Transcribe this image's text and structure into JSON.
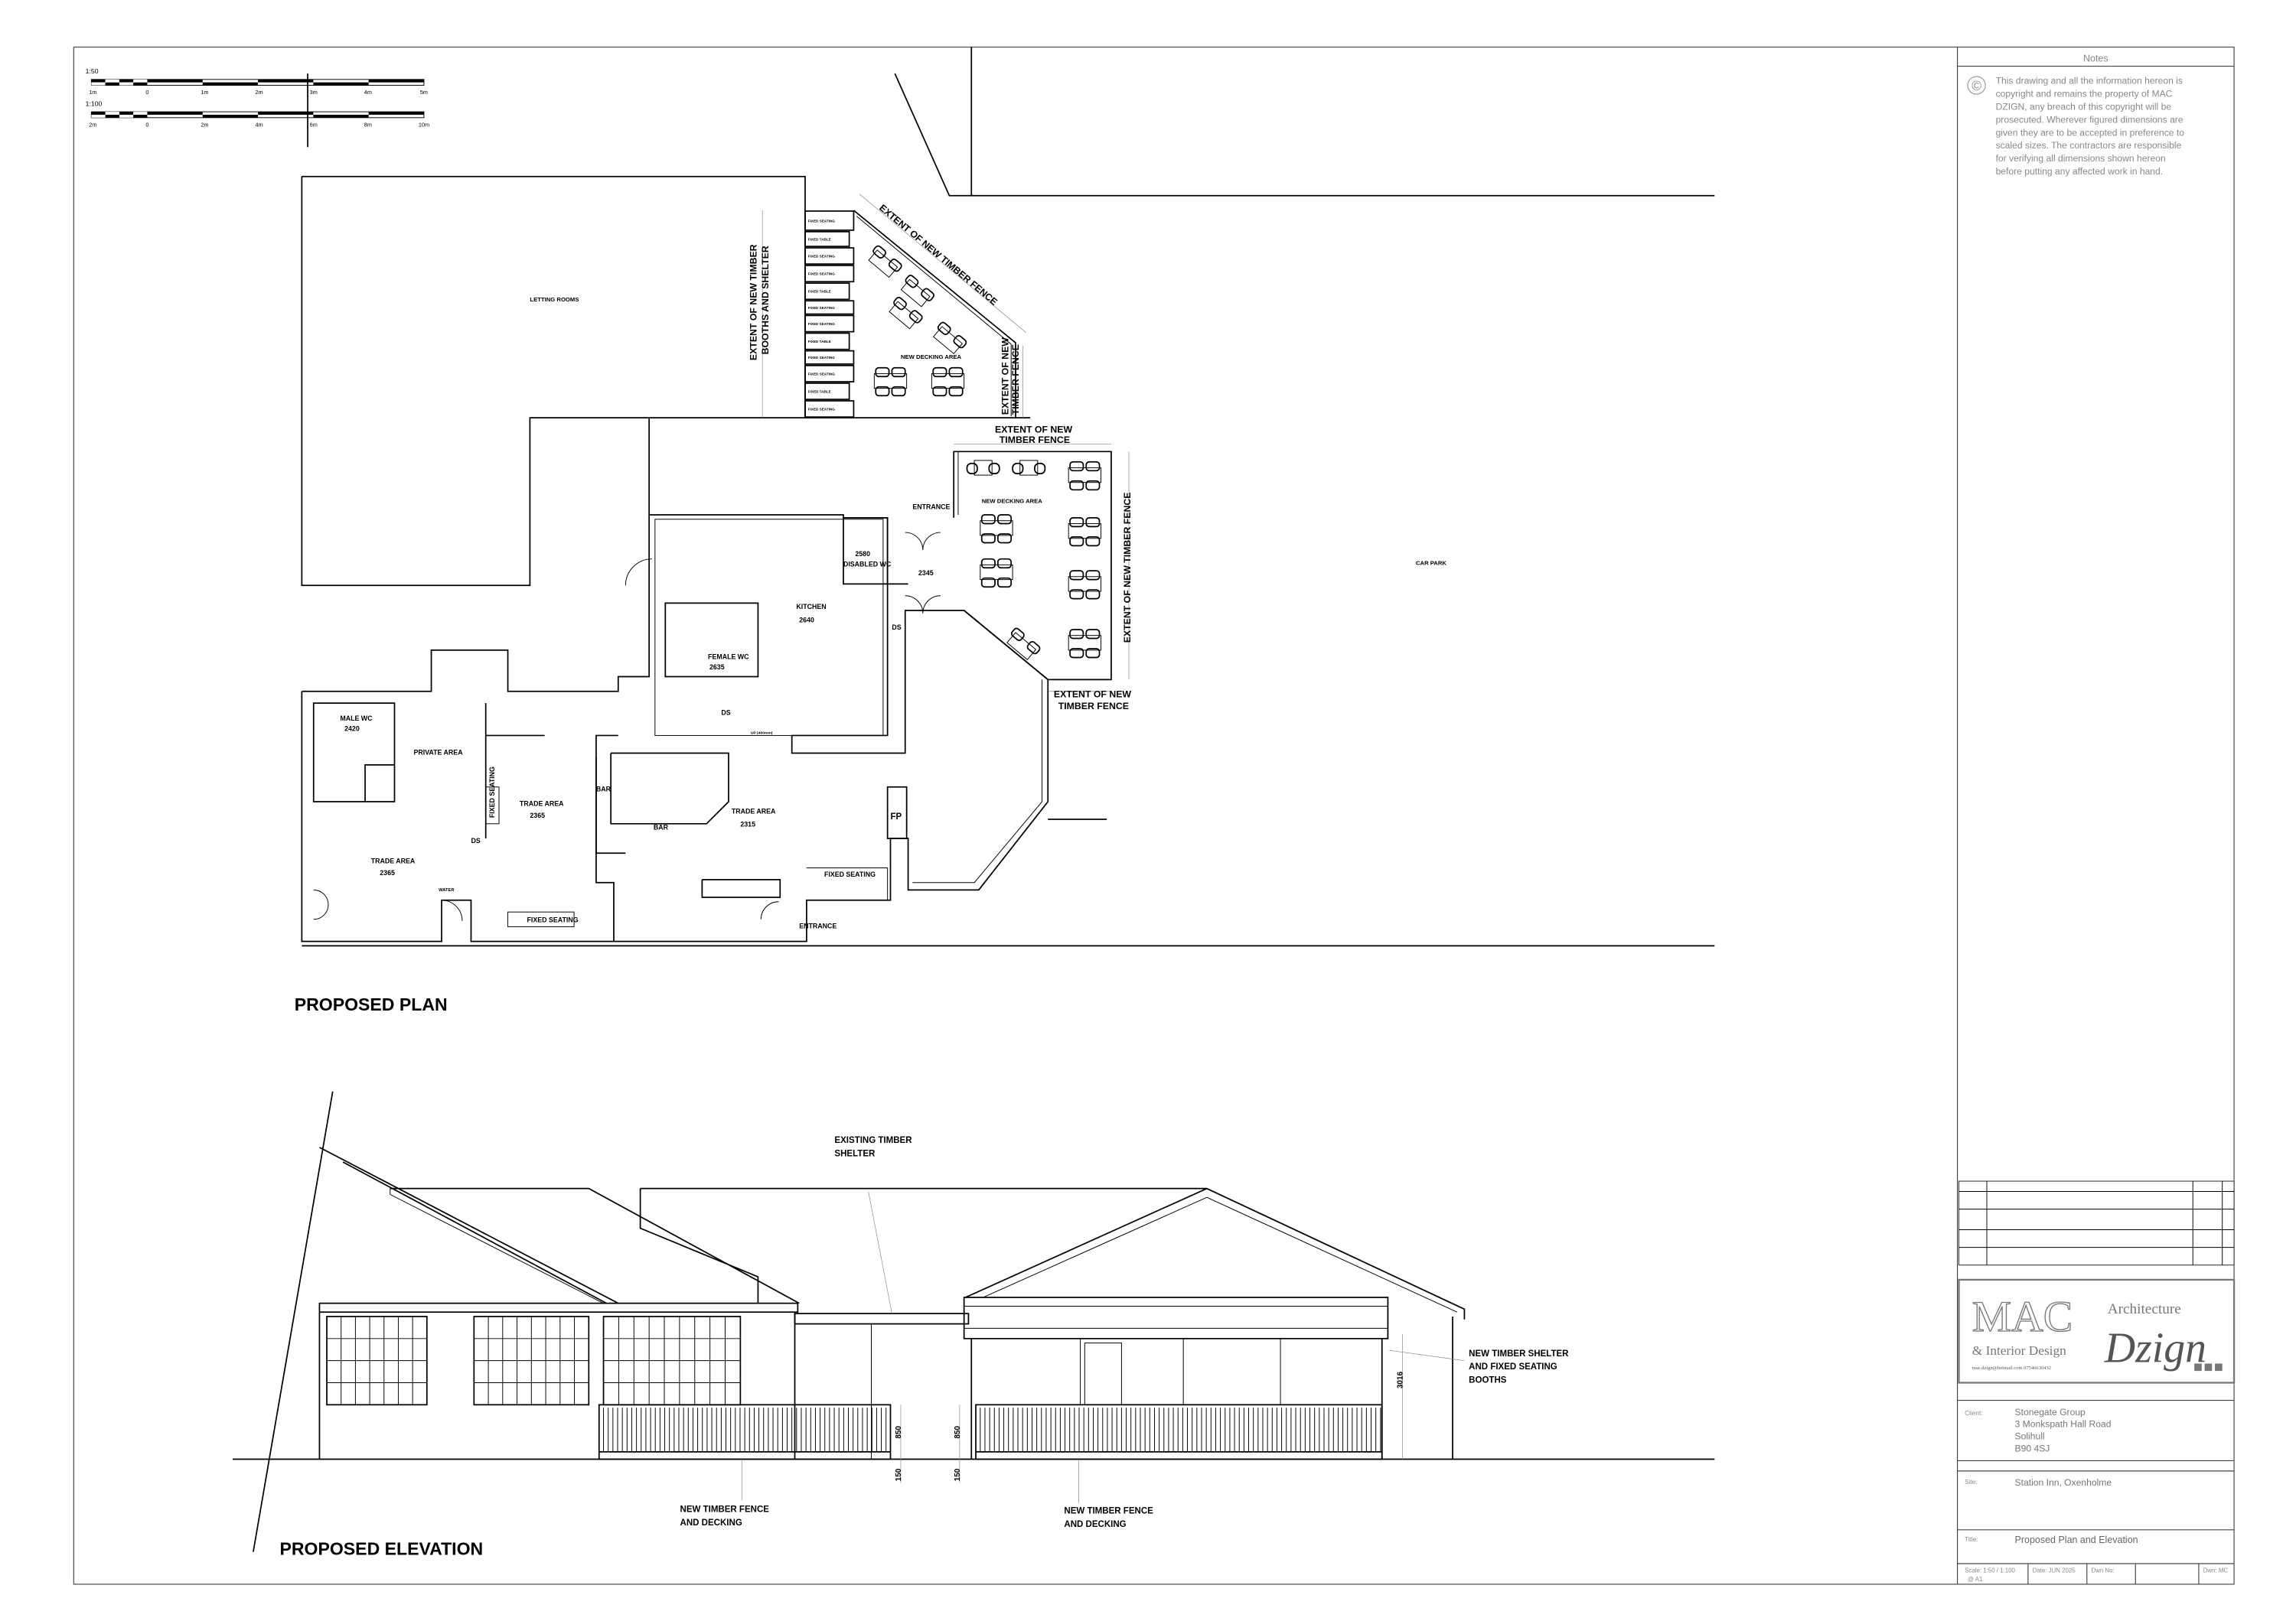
{
  "scale_bar": {
    "top_label": "1:50",
    "top_ticks": [
      "1m",
      "0",
      "1m",
      "2m",
      "3m",
      "4m",
      "5m"
    ],
    "bottom_label": "1:100",
    "bottom_ticks": [
      "2m",
      "0",
      "2m",
      "4m",
      "6m",
      "8m",
      "10m"
    ]
  },
  "plan": {
    "title": "PROPOSED PLAN",
    "letting_rooms": "LETTING ROOMS",
    "car_park": "CAR PARK",
    "booth_labels": [
      "FIXED SEATING",
      "FIXED TABLE",
      "FIXED SEATING",
      "FIXED SEATING",
      "FIXED TABLE",
      "FIXED SEATING",
      "FIXED SEATING",
      "FIXED TABLE",
      "FIXED SEATING",
      "FIXED SEATING",
      "FIXED TABLE",
      "FIXED SEATING"
    ],
    "extent_booths": [
      "EXTENT OF NEW TIMBER",
      "BOOTHS AND SHELTER"
    ],
    "extent_fence_diag": "EXTENT OF NEW TIMBER FENCE",
    "extent_fence_small": [
      "EXTENT OF NEW",
      "TIMBER FENCE"
    ],
    "extent_fence_top": [
      "EXTENT OF NEW",
      "TIMBER FENCE"
    ],
    "extent_fence_side": "EXTENT OF NEW TIMBER FENCE",
    "extent_fence_bottom": [
      "EXTENT OF NEW",
      "TIMBER FENCE"
    ],
    "decking_1": "NEW DECKING AREA",
    "decking_2": "NEW DECKING AREA",
    "rooms": {
      "kitchen": "KITCHEN",
      "kitchen_no": "2640",
      "disabled_wc": "DISABLED WC",
      "disabled_wc_no": "2580",
      "lobby_no": "2345",
      "female_wc": "FEMALE WC",
      "female_wc_no": "2635",
      "male_wc": "MALE WC",
      "male_wc_no": "2420",
      "private_area": "PRIVATE AREA",
      "trade_area_1": "TRADE AREA",
      "trade_area_1_no": "2365",
      "trade_area_2": "TRADE AREA",
      "trade_area_2_no": "2365",
      "trade_area_3": "TRADE AREA",
      "trade_area_3_no": "2315",
      "bar_1": "BAR",
      "bar_2": "BAR",
      "fp": "FP",
      "fixed_seating_1": "FIXED SEATING",
      "fixed_seating_2": "FIXED SEATING",
      "fixed_seating_3": "FIXED SEATING",
      "entrance_1": "ENTRANCE",
      "entrance_2": "ENTRANCE",
      "ds_1": "DS",
      "ds_2": "DS",
      "ds_3": "DS",
      "water": "WATER",
      "up": "UP (400mm)"
    }
  },
  "elevation": {
    "title": "PROPOSED ELEVATION",
    "existing_shelter": [
      "EXISTING TIMBER",
      "SHELTER"
    ],
    "new_shelter": [
      "NEW TIMBER SHELTER",
      "AND FIXED SEATING",
      "BOOTHS"
    ],
    "fence_left": [
      "NEW TIMBER FENCE",
      "AND DECKING"
    ],
    "fence_right": [
      "NEW TIMBER FENCE",
      "AND DECKING"
    ],
    "dims": {
      "fence_h1": "850",
      "fence_h2": "850",
      "base_1": "150",
      "base_2": "150",
      "shelter_h": "3016"
    }
  },
  "title_block": {
    "notes_header": "Notes",
    "notes_lines": [
      "This drawing and all the information hereon is",
      "copyright and remains the property of MAC",
      "DZIGN, any breach of this copyright will be",
      "prosecuted. Wherever figured dimensions are",
      "given they are to be accepted in preference to",
      "scaled sizes. The contractors are responsible",
      "for verifying all dimensions shown hereon",
      "before putting any affected work in hand."
    ],
    "copyright_symbol": "©",
    "logo": {
      "mac": "MAC",
      "dzign": "Dzign",
      "architecture": "Architecture",
      "interior": "& Interior Design",
      "contact": "mac.dzign@hotmail.com 07546630432"
    },
    "client_label": "Client:",
    "client_lines": [
      "Stonegate Group",
      "3 Monkspath Hall Road",
      "Solihull",
      "B90 4SJ"
    ],
    "site_label": "Site:",
    "site": "Station Inn, Oxenholme",
    "title_label": "Title:",
    "title": "Proposed Plan and Elevation",
    "scale": "Scale: 1:50 / 1:100",
    "scale_sheet": "@ A1",
    "date": "Date: JUN 2025",
    "dwn_no": "Dwn No:",
    "dwn": "Dwn: MC"
  }
}
